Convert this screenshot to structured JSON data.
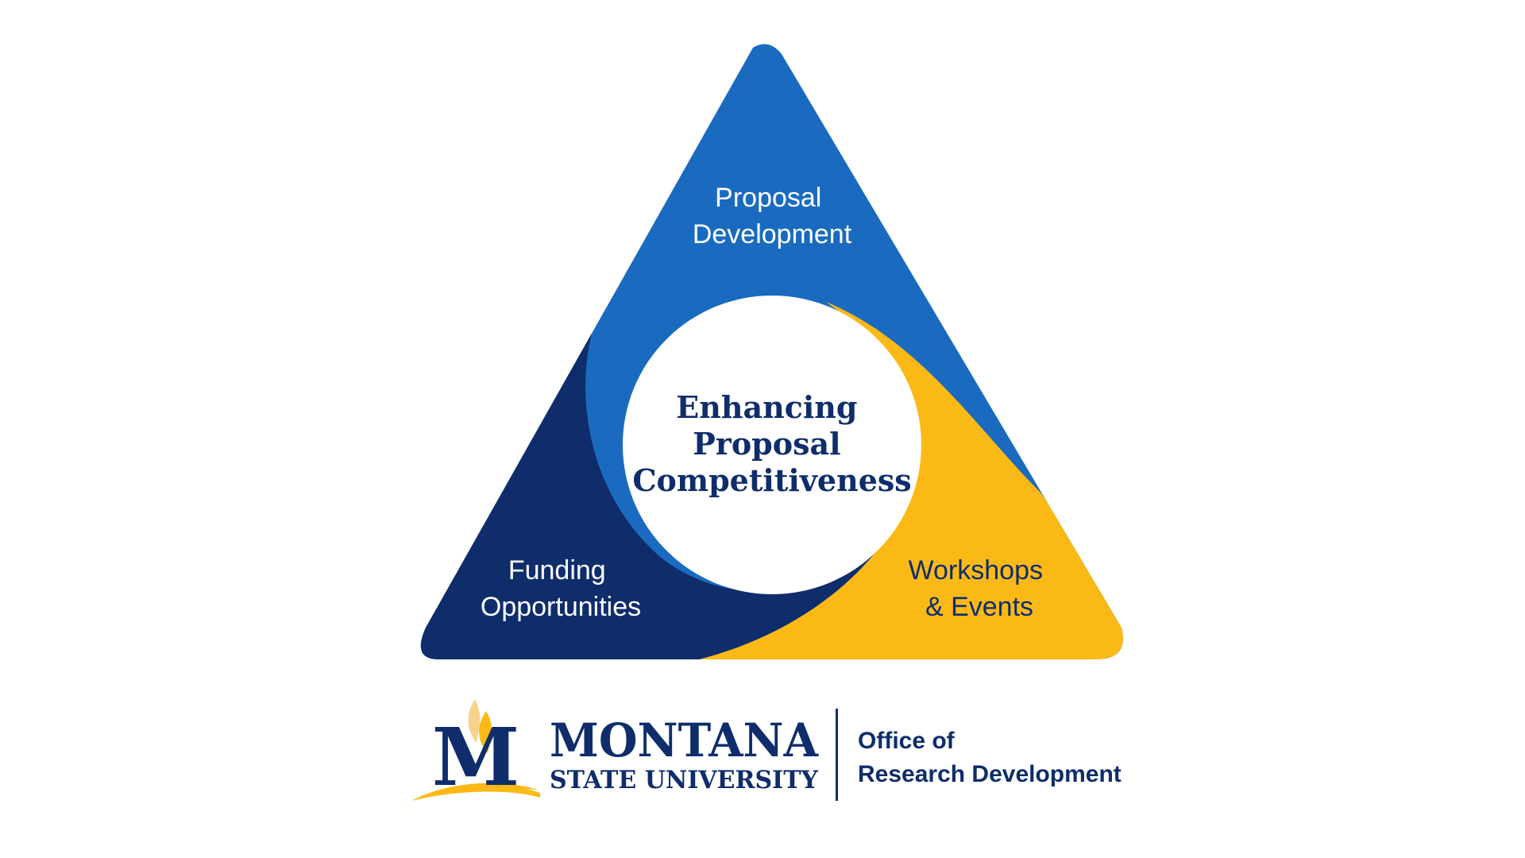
{
  "diagram": {
    "center": {
      "lines": [
        "Enhancing",
        "Proposal",
        "Competitiveness"
      ]
    },
    "segments": [
      {
        "id": "proposal-development",
        "lines": [
          "Proposal",
          "Development"
        ],
        "color": "#1a6bbf",
        "text_color": "#ffffff"
      },
      {
        "id": "funding-opportunities",
        "lines": [
          "Funding",
          "Opportunities"
        ],
        "color": "#0f2d6b",
        "text_color": "#ffffff"
      },
      {
        "id": "workshops-events",
        "lines": [
          "Workshops",
          "& Events"
        ],
        "color": "#fbb916",
        "text_color": "#0f2d6b"
      }
    ],
    "center_text_color": "#0f2d6b"
  },
  "logo": {
    "monogram": "M",
    "word1": "MONTANA",
    "word2": "STATE UNIVERSITY",
    "primary_color": "#0f2d6b",
    "gold_color": "#fbb916"
  },
  "office": {
    "line1": "Office of",
    "line2": "Research Development",
    "color": "#0f2d6b"
  }
}
